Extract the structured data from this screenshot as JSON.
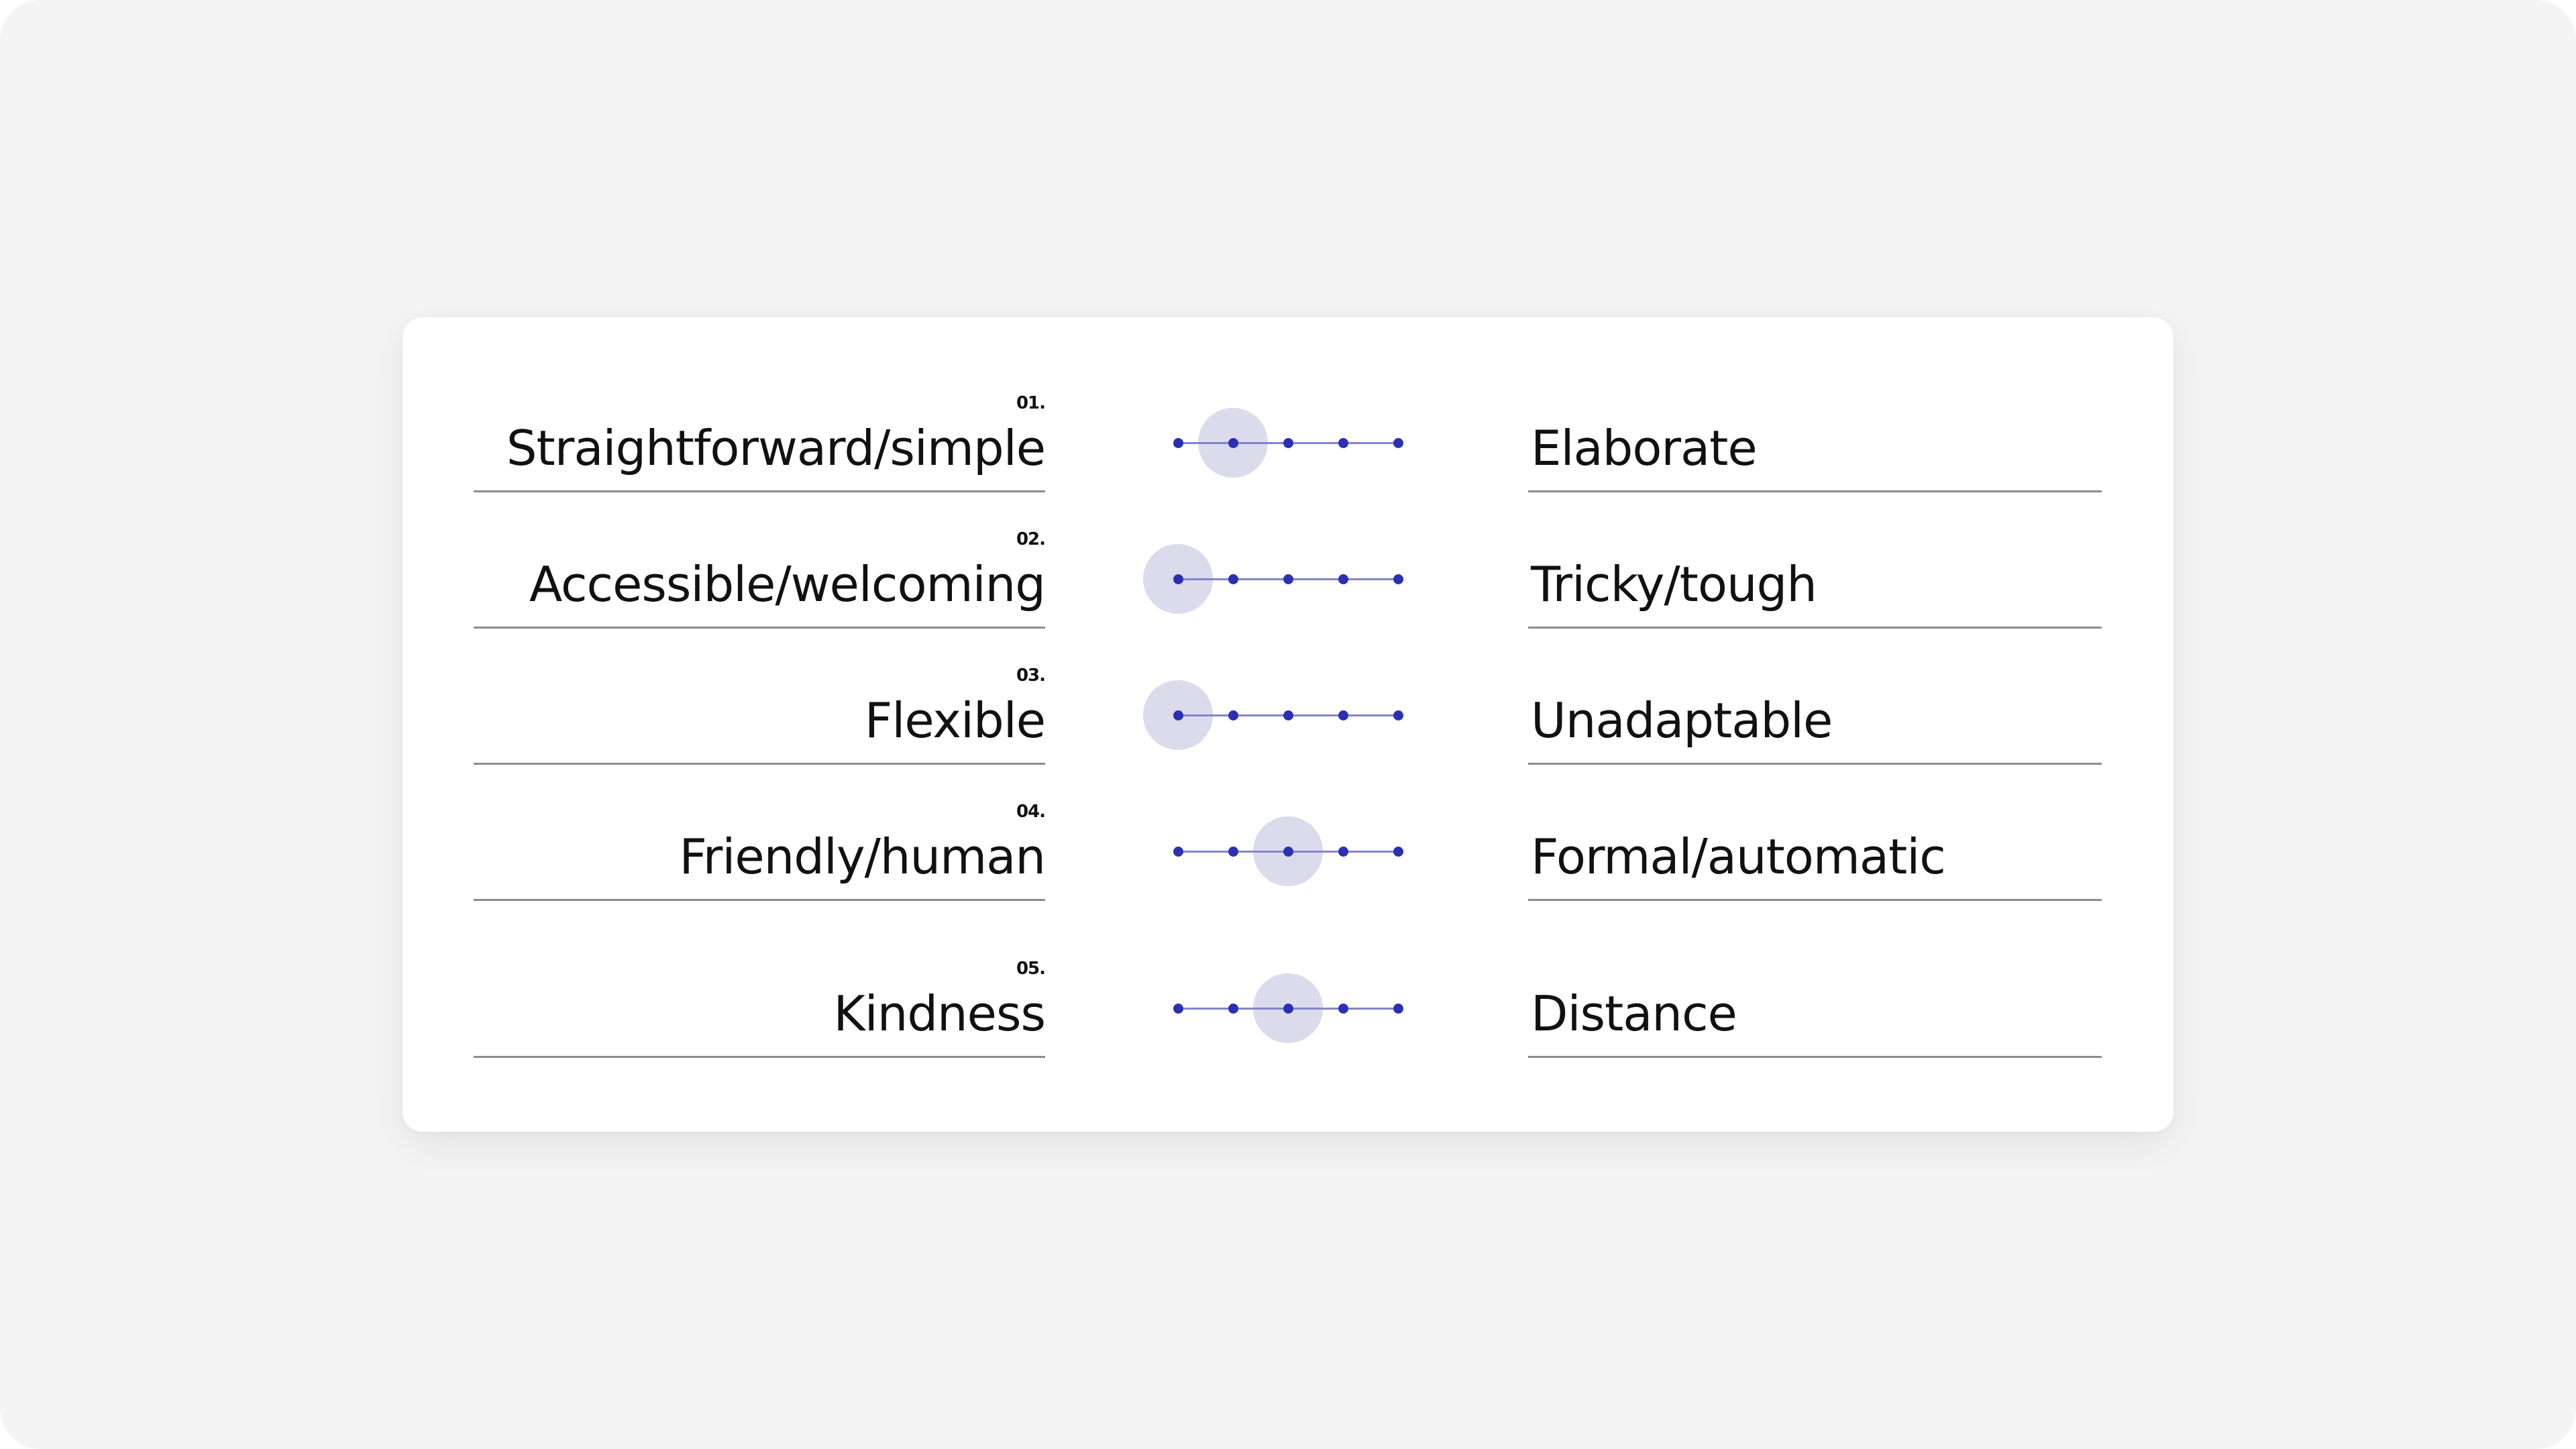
{
  "colors": {
    "background": "#f4f4f4",
    "card": "#ffffff",
    "dot": "#2b30b2",
    "track": "#8285cc",
    "halo": "#dcdcea",
    "divider": "#8c8c8c",
    "text": "#111111"
  },
  "scale_points": 5,
  "rows": [
    {
      "number": "01.",
      "left": "Straightforward/simple",
      "right": "Elaborate",
      "selected": 1
    },
    {
      "number": "02.",
      "left": "Accessible/welcoming",
      "right": "Tricky/tough",
      "selected": 0
    },
    {
      "number": "03.",
      "left": "Flexible",
      "right": "Unadaptable",
      "selected": 0
    },
    {
      "number": "04.",
      "left": "Friendly/human",
      "right": "Formal/automatic",
      "selected": 2
    },
    {
      "number": "05.",
      "left": "Kindness",
      "right": "Distance",
      "selected": 2
    }
  ]
}
